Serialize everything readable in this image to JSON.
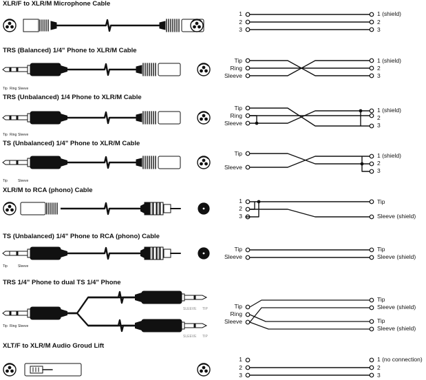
{
  "sections": [
    {
      "title": "XLR/F to XLR/M Microphone Cable",
      "left": [
        "1",
        "2",
        "3"
      ],
      "right": [
        "1 (shield)",
        "2",
        "3"
      ],
      "plug_labels": [],
      "plug_labels2": []
    },
    {
      "title": "TRS (Balanced) 1/4\"  Phone to XLR/M Cable",
      "left": [
        "Tip",
        "Ring",
        "Sleeve"
      ],
      "right": [
        "1 (shield)",
        "2",
        "3"
      ],
      "plug_labels": [
        "Tip",
        "Ring",
        "Sleeve"
      ],
      "plug_labels2": []
    },
    {
      "title": "TRS (Unbalanced) 1/4   Phone to XLR/M Cable",
      "left": [
        "Tip",
        "Ring",
        "Sleeve"
      ],
      "right": [
        "1 (shield)",
        "2",
        "3"
      ],
      "plug_labels": [
        "Tip",
        "Ring",
        "Sleeve"
      ],
      "plug_labels2": []
    },
    {
      "title": "TS (Unbalanced) 1/4\" Phone to XLR/M Cable",
      "left": [
        "Tip",
        "Sleeve"
      ],
      "right": [
        "1 (shield)",
        "2",
        "3"
      ],
      "plug_labels": [
        "Tip",
        "Sleeve"
      ],
      "plug_labels2": []
    },
    {
      "title": "XLR/M to RCA (phono) Cable",
      "left": [
        "1",
        "2",
        "3"
      ],
      "right": [
        "Tip",
        "Sleeve (shield)"
      ],
      "plug_labels": [],
      "plug_labels2": []
    },
    {
      "title": "TS (Unbalanced) 1/4\" Phone to RCA (phono) Cable",
      "left": [
        "Tip",
        "Sleeve"
      ],
      "right": [
        "Tip",
        "Sleeve (shield)"
      ],
      "plug_labels": [
        "Tip",
        "Sleeve"
      ],
      "plug_labels2": []
    },
    {
      "title": "TRS 1/4\" Phone to dual TS 1/4\" Phone",
      "left": [
        "Tip",
        "Ring",
        "Sleeve"
      ],
      "right": [
        "Tip",
        "Sleeve (shield)",
        "Tip",
        "Sleeve (shield)"
      ],
      "plug_labels": [
        "Tip",
        "Ring",
        "Sleeve"
      ],
      "plug_labels2": [
        "SLEEVE",
        "TIP",
        "SLEEVE",
        "TIP"
      ]
    },
    {
      "title": "XLT/F to XLR/M Audio Groud Lift",
      "left": [
        "1",
        "2",
        "3"
      ],
      "right": [
        "1 (no connection)",
        "2",
        "3"
      ],
      "plug_labels": [],
      "plug_labels2": []
    }
  ],
  "colors": {
    "line": "#111111",
    "grey": "#888888"
  }
}
